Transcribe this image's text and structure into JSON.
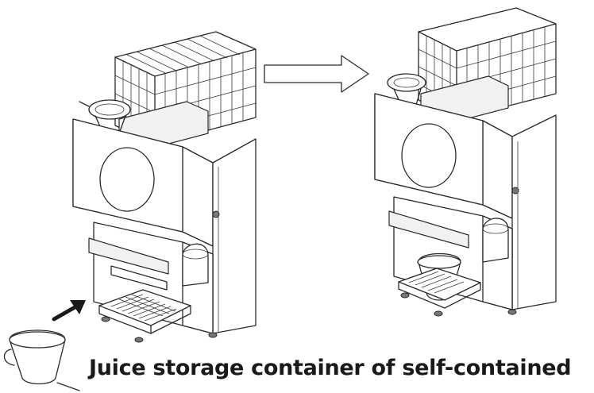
{
  "caption": {
    "text": "Juice storage container of self-contained"
  },
  "colors": {
    "line": "#2a2a2a",
    "background": "#ffffff",
    "arrow_fill": "#ffffff",
    "pointer_arrow": "#1a1a1a"
  },
  "icons": {
    "transition_arrow": "outline-right-arrow",
    "pointer_arrow": "solid-diagonal-arrow",
    "container": "cup-icon"
  }
}
